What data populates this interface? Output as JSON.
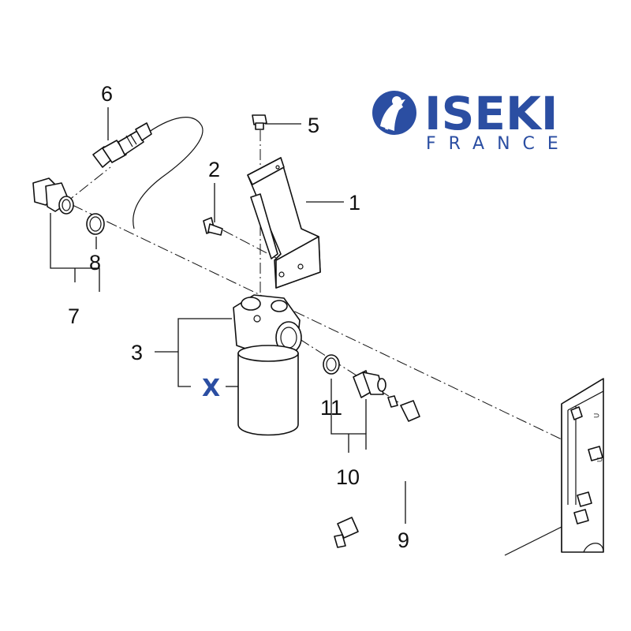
{
  "logo": {
    "brand": "ISEKI",
    "sub": "FRANCE",
    "color": "#2b4ea2"
  },
  "callouts": {
    "c1": "1",
    "c2": "2",
    "c3": "3",
    "c5": "5",
    "c6": "6",
    "c7": "7",
    "c8": "8",
    "c9": "9",
    "c10": "10",
    "c11": "11",
    "x": "X"
  },
  "icons": [
    "iseki-logo-icon"
  ]
}
